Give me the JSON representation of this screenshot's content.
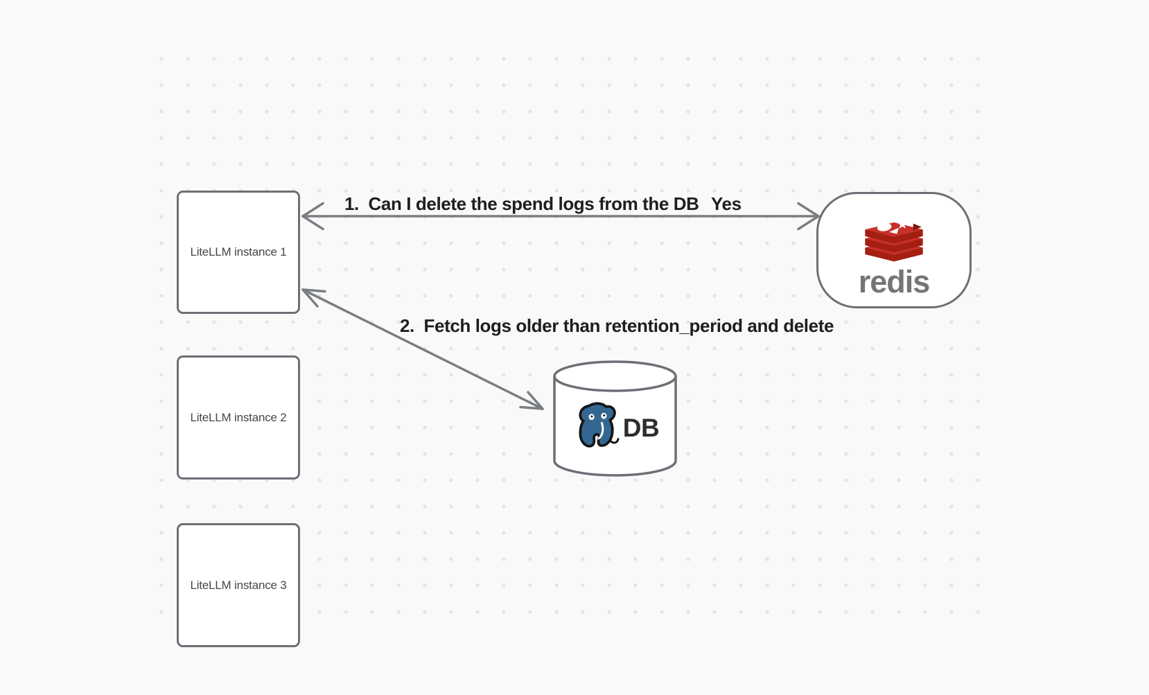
{
  "diagram": {
    "instances": [
      {
        "label": "LiteLLM instance 1"
      },
      {
        "label": "LiteLLM instance 2"
      },
      {
        "label": "LiteLLM instance 3"
      }
    ],
    "redis": {
      "wordmark": "redis"
    },
    "database": {
      "label": "DB"
    },
    "edges": {
      "redis_query": {
        "label": "1.  Can I delete the spend logs from the DB",
        "response": "Yes"
      },
      "db_action": {
        "label": "2.  Fetch logs older than retention_period and delete"
      }
    },
    "colors": {
      "background": "#f9f9f9",
      "grid_dot": "#e4e4e7",
      "node_border": "#6b7076",
      "arrow": "#7a7e82",
      "edge_label_text": "#1e1e1e",
      "node_text": "#43464a",
      "redis_red": "#c6302b",
      "redis_dark_red": "#a41e11",
      "redis_wordmark_gray": "#757575",
      "postgres_blue": "#336791",
      "db_text": "#2e2e2e"
    }
  }
}
